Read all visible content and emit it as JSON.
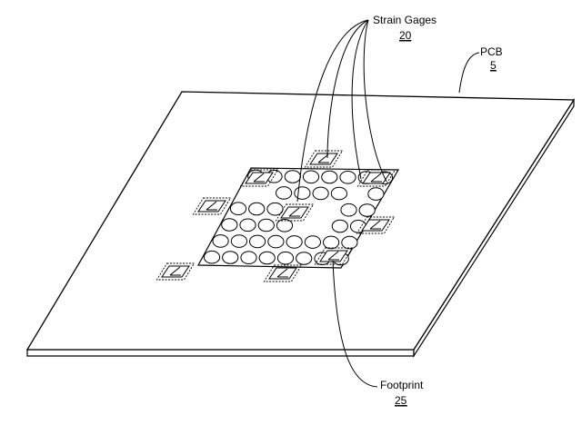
{
  "labels": {
    "strain_gages": {
      "text": "Strain Gages",
      "ref": "20"
    },
    "pcb": {
      "text": "PCB",
      "ref": "5"
    },
    "footprint": {
      "text": "Footprint",
      "ref": "25"
    }
  },
  "colors": {
    "line": "#000000",
    "background": "#ffffff"
  }
}
